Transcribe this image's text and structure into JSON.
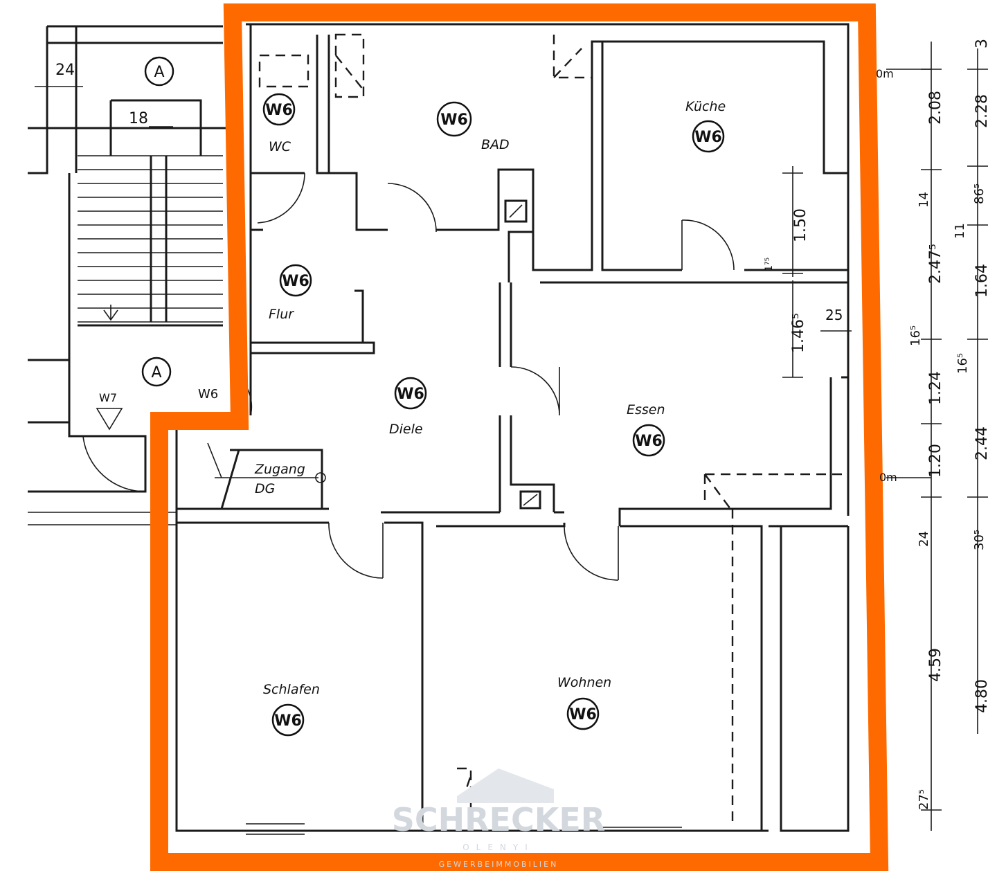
{
  "colors": {
    "outline": "#ff6a00",
    "ink": "#111111",
    "watermark": "#d3d8de"
  },
  "rooms": {
    "wc": {
      "label": "WC",
      "code": "W6"
    },
    "bad": {
      "label": "BAD",
      "code": "W6"
    },
    "kueche": {
      "label": "Küche",
      "code": "W6"
    },
    "flur": {
      "label": "Flur",
      "code": "W6"
    },
    "diele": {
      "label": "Diele",
      "code": "W6"
    },
    "essen": {
      "label": "Essen",
      "code": "W6"
    },
    "schlafen": {
      "label": "Schlafen",
      "code": "W6"
    },
    "wohnen": {
      "label": "Wohnen",
      "code": "W6"
    },
    "zugang": {
      "label": "Zugang",
      "sub": "DG"
    }
  },
  "stairwell": {
    "marker_top": "A",
    "marker_bottom": "A",
    "tread_label": "18",
    "wall_label": "24",
    "level_label": "W7",
    "neighbor_code": "W6"
  },
  "dimensions": {
    "inner_a": "1.50",
    "inner_b": "1.46⁵",
    "inner_c": "25",
    "inner_d": "1⁷⁵",
    "col1": [
      "2.08",
      "14",
      "2.47⁵",
      "16⁵",
      "1.24",
      "1.20",
      "24",
      "4.59",
      "27⁵"
    ],
    "col2": [
      "2.28",
      "86⁵",
      "11",
      "1.64",
      "16⁵",
      "2.44",
      "30⁵",
      "4.80"
    ],
    "col2_top": "3",
    "level_marks": [
      "0m",
      "0m"
    ]
  },
  "watermark": {
    "name": "SCHRECKER",
    "sub": "OLENYI",
    "tagline": "GEWERBEIMMOBILIEN"
  }
}
